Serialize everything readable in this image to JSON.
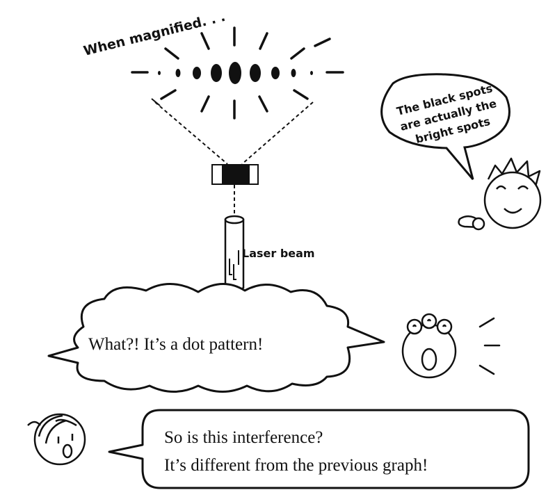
{
  "labels": {
    "magnified": "When magnified. . .",
    "laser": "Laser beam"
  },
  "speech": {
    "spiky": [
      "The black spots",
      "are actually the",
      "bright spots"
    ],
    "cloud": "What?!  It’s a dot pattern!",
    "bottom": [
      "So is this interference?",
      "It’s different from the previous graph!"
    ]
  },
  "colors": {
    "ink": "#111111",
    "paper": "#ffffff"
  }
}
